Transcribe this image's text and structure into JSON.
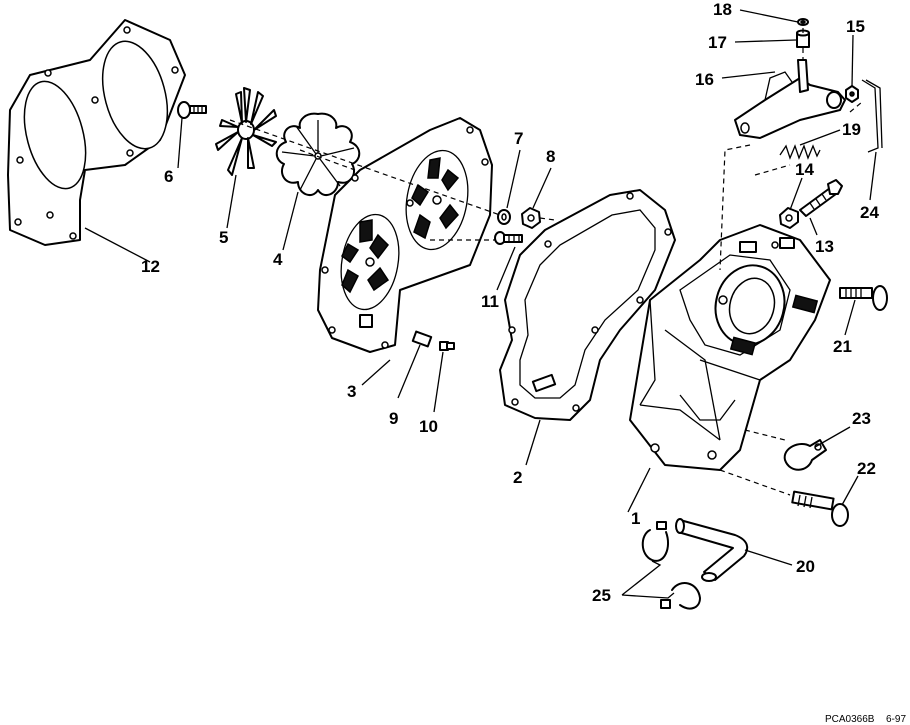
{
  "callouts": {
    "c1": "1",
    "c2": "2",
    "c3": "3",
    "c4": "4",
    "c5": "5",
    "c6": "6",
    "c7": "7",
    "c8": "8",
    "c9": "9",
    "c10": "10",
    "c11": "11",
    "c12": "12",
    "c13": "13",
    "c14": "14",
    "c15": "15",
    "c16": "16",
    "c17": "17",
    "c18": "18",
    "c19": "19",
    "c20": "20",
    "c21": "21",
    "c22": "22",
    "c23": "23",
    "c24": "24",
    "c25": "25"
  },
  "footer": {
    "code": "PCA0366B",
    "date": "6-97"
  }
}
